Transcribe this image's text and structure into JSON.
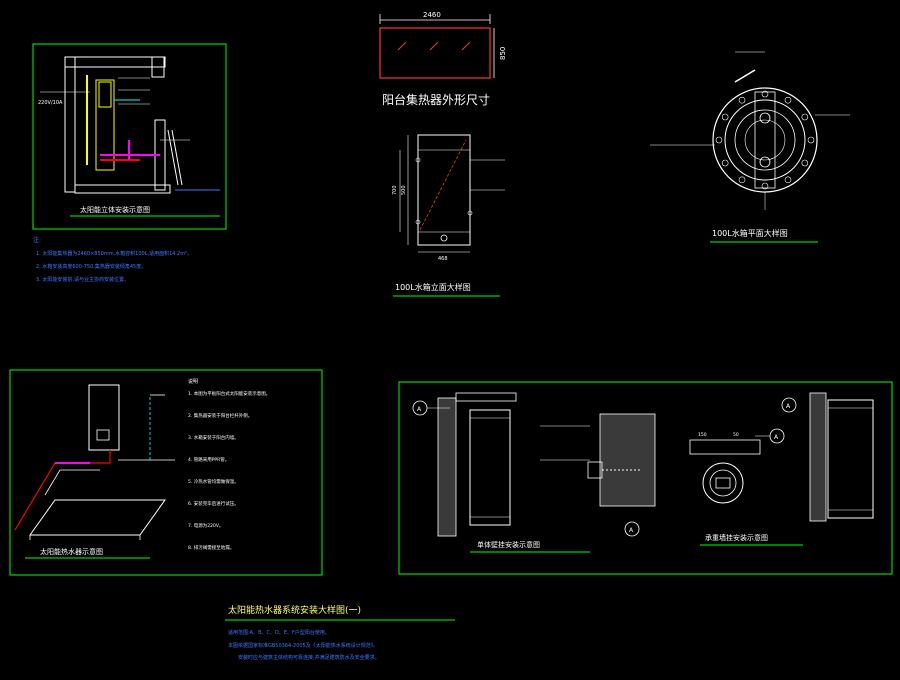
{
  "colors": {
    "background": "#000000",
    "frame": "#00ff00",
    "primary_line": "#ffffff",
    "note_text": "#3c78ff",
    "pipe_hot": "#ff0000",
    "pipe_cold": "#ff00ff",
    "accent": "#ffff00",
    "secondary": "#00ffff"
  },
  "labels": {
    "balcony_heater_dim_width": "2460",
    "balcony_heater_dim_height": "850",
    "balcony_heater_title": "阳台集热器外形尺寸",
    "tank_front_title": "100L水箱立面大样图",
    "tank_plan_title": "100L水箱平面大样图",
    "install_section_title": "太阳能立体安装示意图",
    "supply_label": "220V/10A",
    "tank_front_dim_width": "468",
    "tank_front_dim_height_1": "700",
    "tank_front_dim_height_2": "500",
    "flat_panel_title": "太阳能热水器示意图",
    "wall_hang_title": "单体壁挂安装示意图",
    "wall_mount_title": "承重墙挂安装示意图",
    "detail_marker": "A",
    "system_title": "太阳能热水器系统安装大样图(一)",
    "dim_small_1": "150",
    "dim_small_2": "50"
  },
  "notes": {
    "header": "注:",
    "lines": [
      "1. 太阳能集热器为2460×850mm,水箱容积100L,适用面积14.2m²。",
      "2. 水箱安装高度600-750,集热器安装倾角45度。",
      "3. 太阳能安装前,请与业主协商安装位置。"
    ]
  },
  "install_notes": {
    "header": "说明",
    "lines": [
      "1. 本图为平板阳台式太阳能安装示意图。",
      "2. 集热器安装于阳台栏杆外侧。",
      "3. 水箱安装于阳台内墙。",
      "4. 管路采用PPR管。",
      "5. 冷热水管均需做保温。",
      "6. 安装完毕后进行试压。",
      "7. 电源为220V。",
      "8. 排污阀需接至地漏。"
    ]
  },
  "bottom_notes": {
    "line1": "适用范围:A、B、C、D、E、F户型阳台使用。",
    "line2": "本图依据国家标准GB50364-2005及《太阳能热水系统设计规范》。",
    "line3": "安装时应与建筑主体结构可靠连接,并满足建筑防水及安全要求。"
  }
}
